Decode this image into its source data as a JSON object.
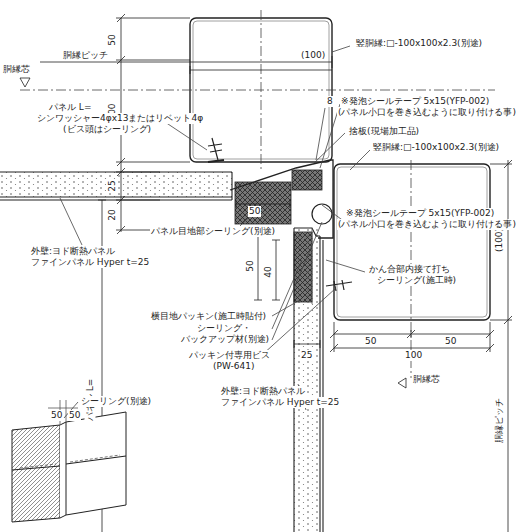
{
  "diagram": {
    "labels": [
      "50",
      "胴縁ピッチ",
      "(100)",
      "竪胴縁:□-100x100x2.3(別途)",
      "胴縁芯",
      "100",
      "パネル L=",
      "シンワッシャー4φx13またはリベット4φ",
      "(ビス頭はシーリング)",
      "8",
      "※発泡シールテープ 5x15(YFP-002)",
      "(パネル小口を巻き込むように取り付ける事)",
      "捨板(現場加工品)",
      "竪胴縁:□-100x100x2.3(別途)",
      "(100)",
      "25",
      "50",
      "20",
      "パネル目地部シーリング(別途)",
      "※発泡シールテープ 5x15(YFP-002)",
      "(パネル小口を巻き込むように取り付ける事)",
      "外壁:ヨド断熱パネル",
      "ファインパネル Hyper t=25",
      "50",
      "40",
      "かん合部内接て打ち",
      "シーリング(施工時)",
      "横目地パッキン(施工時貼付)",
      "シーリング・",
      "バックアップ材(別途)",
      "50",
      "50",
      "100",
      "パッキン付専用ビス",
      "(PW-641)",
      "25",
      "外壁:ヨド断熱パネル",
      "ファインパネル Hyper t=25",
      "パネル L=",
      "胴縁芯",
      "胴縁ピッチ",
      "シーリング(別途)",
      "50",
      "50"
    ]
  }
}
